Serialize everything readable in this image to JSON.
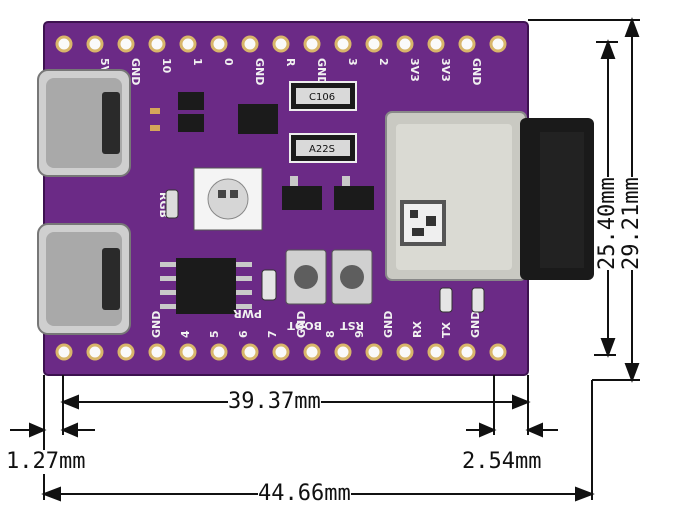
{
  "board": {
    "top_pin_labels": [
      "5V",
      "GND",
      "10",
      "1",
      "0",
      "GND",
      "R",
      "GND",
      "3",
      "2",
      "3V3",
      "3V3",
      "GND"
    ],
    "bottom_pin_labels": [
      "GND",
      "4",
      "5",
      "6",
      "7",
      "GND",
      "8",
      "9",
      "GND",
      "RX",
      "TX",
      "GND"
    ],
    "component_labels": {
      "cap1": "C106",
      "cap2": "A22S",
      "rgb": "RGB",
      "pwr": "PWR",
      "boot": "BOOT",
      "rst": "RST"
    },
    "colors": {
      "pcb": "#6b2a86",
      "pcb_dark": "#5a1f73",
      "module": "#c9c9c2",
      "antenna": "#1a1a1a",
      "usb": "#bdbdbd"
    }
  },
  "dimensions": {
    "width_inner": "39.37mm",
    "edge_left": "1.27mm",
    "edge_right": "2.54mm",
    "width_total": "44.66mm",
    "height_inner": "25.40mm",
    "height_total": "29.21mm"
  }
}
